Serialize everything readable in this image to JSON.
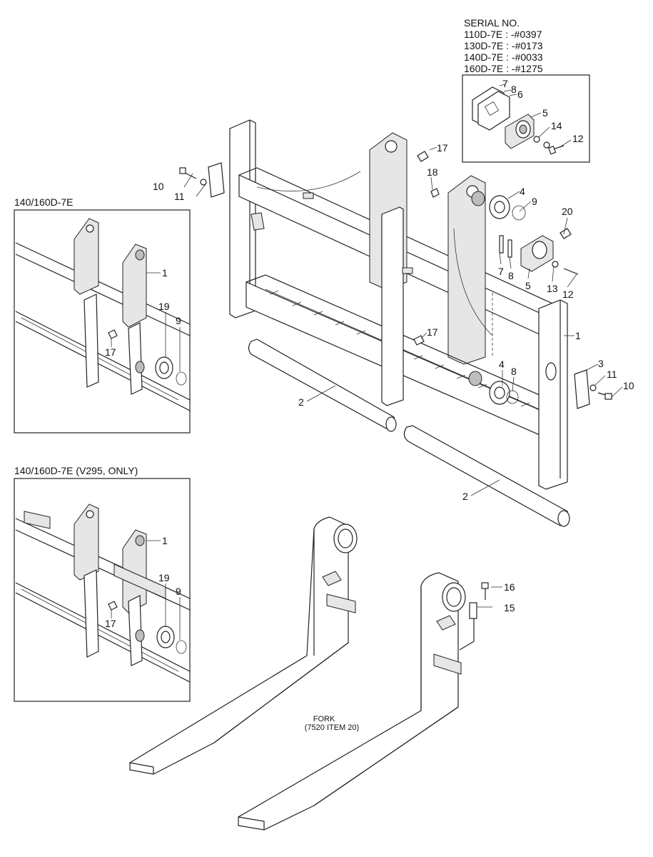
{
  "serial_block": {
    "heading": "SERIAL NO.",
    "lines": [
      "110D-7E : -#0397",
      "130D-7E : -#0173",
      "140D-7E : -#0033",
      "160D-7E : -#1275"
    ]
  },
  "insets": {
    "inset1_title": "140/160D-7E",
    "inset2_title": "140/160D-7E (V295, ONLY)"
  },
  "fork_note": {
    "line1": "FORK",
    "line2": "(7520 ITEM 20)"
  },
  "callouts": {
    "c1": "1",
    "c2": "2",
    "c3": "3",
    "c4": "4",
    "c5": "5",
    "c6": "6",
    "c7": "7",
    "c8": "8",
    "c9": "9",
    "c10": "10",
    "c11": "11",
    "c12": "12",
    "c13": "13",
    "c14": "14",
    "c15": "15",
    "c16": "16",
    "c17": "17",
    "c18": "18",
    "c19": "19",
    "c20": "20"
  }
}
